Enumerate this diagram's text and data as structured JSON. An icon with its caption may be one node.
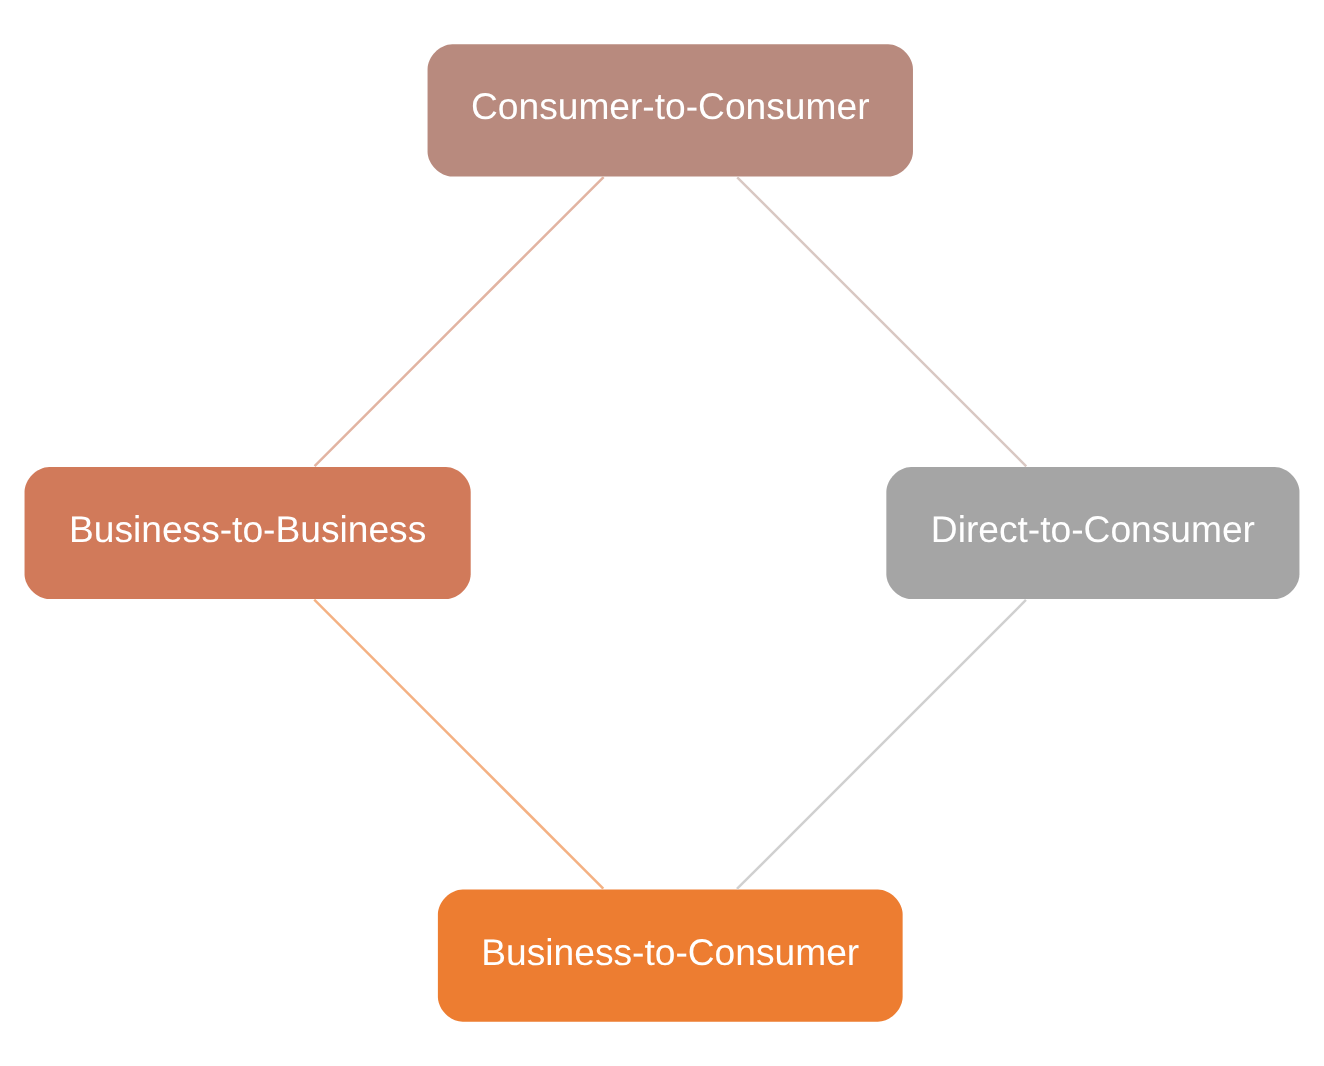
{
  "diagram": {
    "nodes": [
      {
        "text": [
          "Business-to-Consumer"
        ]
      },
      {
        "text": [
          "Direct-to-Consumer"
        ]
      },
      {
        "text": [
          "Business-to-Business"
        ]
      },
      {
        "text": [
          "Consumer-to-Consumer"
        ]
      }
    ],
    "edges": [
      {
        "from": 0,
        "to": 2,
        "arrow": "none",
        "color": "#f4b183"
      },
      {
        "from": 2,
        "to": 3,
        "arrow": "none",
        "color": "#e2b4a2"
      },
      {
        "from": 3,
        "to": 1,
        "arrow": "none",
        "color": "#d9c8c3"
      },
      {
        "from": 1,
        "to": 0,
        "arrow": "none",
        "color": "#d0d0d0"
      }
    ]
  }
}
